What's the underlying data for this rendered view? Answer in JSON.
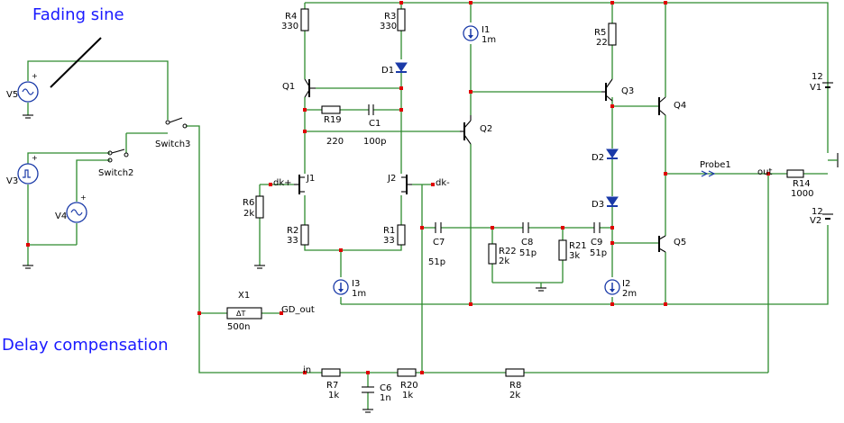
{
  "annotations": {
    "fading_sine": "Fading sine",
    "delay_compensation": "Delay compensation"
  },
  "labels": {
    "R4": "R4",
    "R4_val": "330",
    "R3": "R3",
    "R3_val": "330",
    "I1": "I1",
    "I1_val": "1m",
    "R5": "R5",
    "R5_val": "22",
    "D1": "D1",
    "Q1": "Q1",
    "Q2": "Q2",
    "Q3": "Q3",
    "Q4": "Q4",
    "Q5": "Q5",
    "R19": "R19",
    "R19_val": "220",
    "C1": "C1",
    "C1_val": "100p",
    "Switch3": "Switch3",
    "Switch2": "Switch2",
    "V5": "V5",
    "V3": "V3",
    "V4": "V4",
    "dk_plus": "dk+",
    "dk_minus": "dk-",
    "J1": "J1",
    "J2": "J2",
    "R6": "R6",
    "R6_val": "2k",
    "R2": "R2",
    "R2_val": "33",
    "R1": "R1",
    "R1_val": "33",
    "C7": "C7",
    "C7_val": "51p",
    "C8": "C8",
    "C8_val": "51p",
    "C9": "C9",
    "C9_val": "51p",
    "R22": "R22",
    "R22_val": "2k",
    "R21": "R21",
    "R21_val": "3k",
    "D2": "D2",
    "D3": "D3",
    "I2": "I2",
    "I2_val": "2m",
    "I3": "I3",
    "I3_val": "1m",
    "Probe1": "Probe1",
    "out": "out",
    "R14": "R14",
    "R14_val": "1000",
    "V1": "V1",
    "V1_val": "12",
    "V2": "V2",
    "V2_val": "12",
    "X1": "X1",
    "X1_val": "500n",
    "X1_sym": "ΔT",
    "GD_out": "GD_out",
    "in": "in",
    "R7": "R7",
    "R7_val": "1k",
    "C6": "C6",
    "C6_val": "1n",
    "R20": "R20",
    "R20_val": "1k",
    "R8": "R8",
    "R8_val": "2k"
  }
}
